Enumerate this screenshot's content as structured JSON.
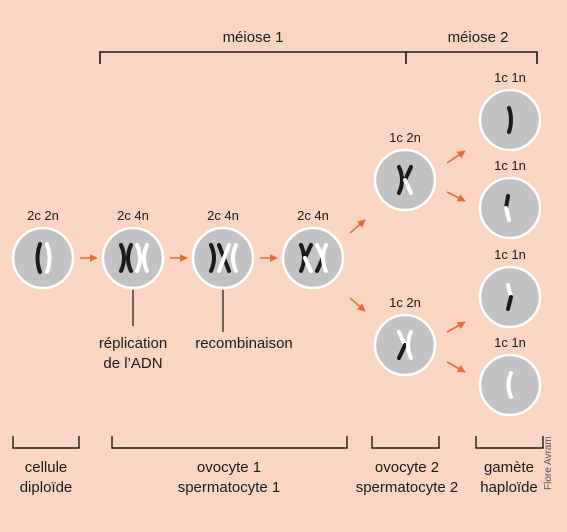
{
  "phases": {
    "meiosis1": "méiose 1",
    "meiosis2": "méiose 2"
  },
  "cells": {
    "diploid": {
      "label": "2c 2n"
    },
    "replicated": {
      "label": "2c 4n"
    },
    "recombining": {
      "label": "2c 4n"
    },
    "recombined": {
      "label": "2c 4n"
    },
    "secondary_top": {
      "label": "1c 2n"
    },
    "secondary_bottom": {
      "label": "1c 2n"
    },
    "gamete_1": {
      "label": "1c 1n"
    },
    "gamete_2": {
      "label": "1c 1n"
    },
    "gamete_3": {
      "label": "1c 1n"
    },
    "gamete_4": {
      "label": "1c 1n"
    }
  },
  "annotations": {
    "replication": [
      "réplication",
      "de l’ADN"
    ],
    "recombination": "recombinaison"
  },
  "stages": {
    "diploid_cell": [
      "cellule",
      "diploïde"
    ],
    "primary": [
      "ovocyte 1",
      "spermatocyte 1"
    ],
    "secondary": [
      "ovocyte 2",
      "spermatocyte 2"
    ],
    "gamete": [
      "gamète",
      "haploïde"
    ]
  },
  "credit": "Flore Avram",
  "colors": {
    "background": "#f9d5c2",
    "cell_fill": "#c2c2c4",
    "cell_stroke": "#ffffff",
    "chromosome_dark": "#1a1a1a",
    "chromosome_light": "#ffffff",
    "arrow": "#e8693b",
    "line": "#1a1a1a"
  }
}
